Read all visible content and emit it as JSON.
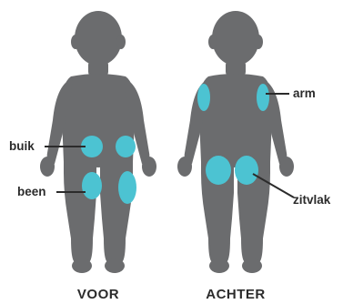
{
  "views": {
    "front": "VOOR",
    "back": "ACHTER"
  },
  "sites": {
    "belly": "buik",
    "leg": "been",
    "arm": "arm",
    "buttock": "zitvlak"
  },
  "colors": {
    "silhouette": "#6b6c6e",
    "injection_zone": "#4cc3d2",
    "label": "#2b2b2b"
  }
}
